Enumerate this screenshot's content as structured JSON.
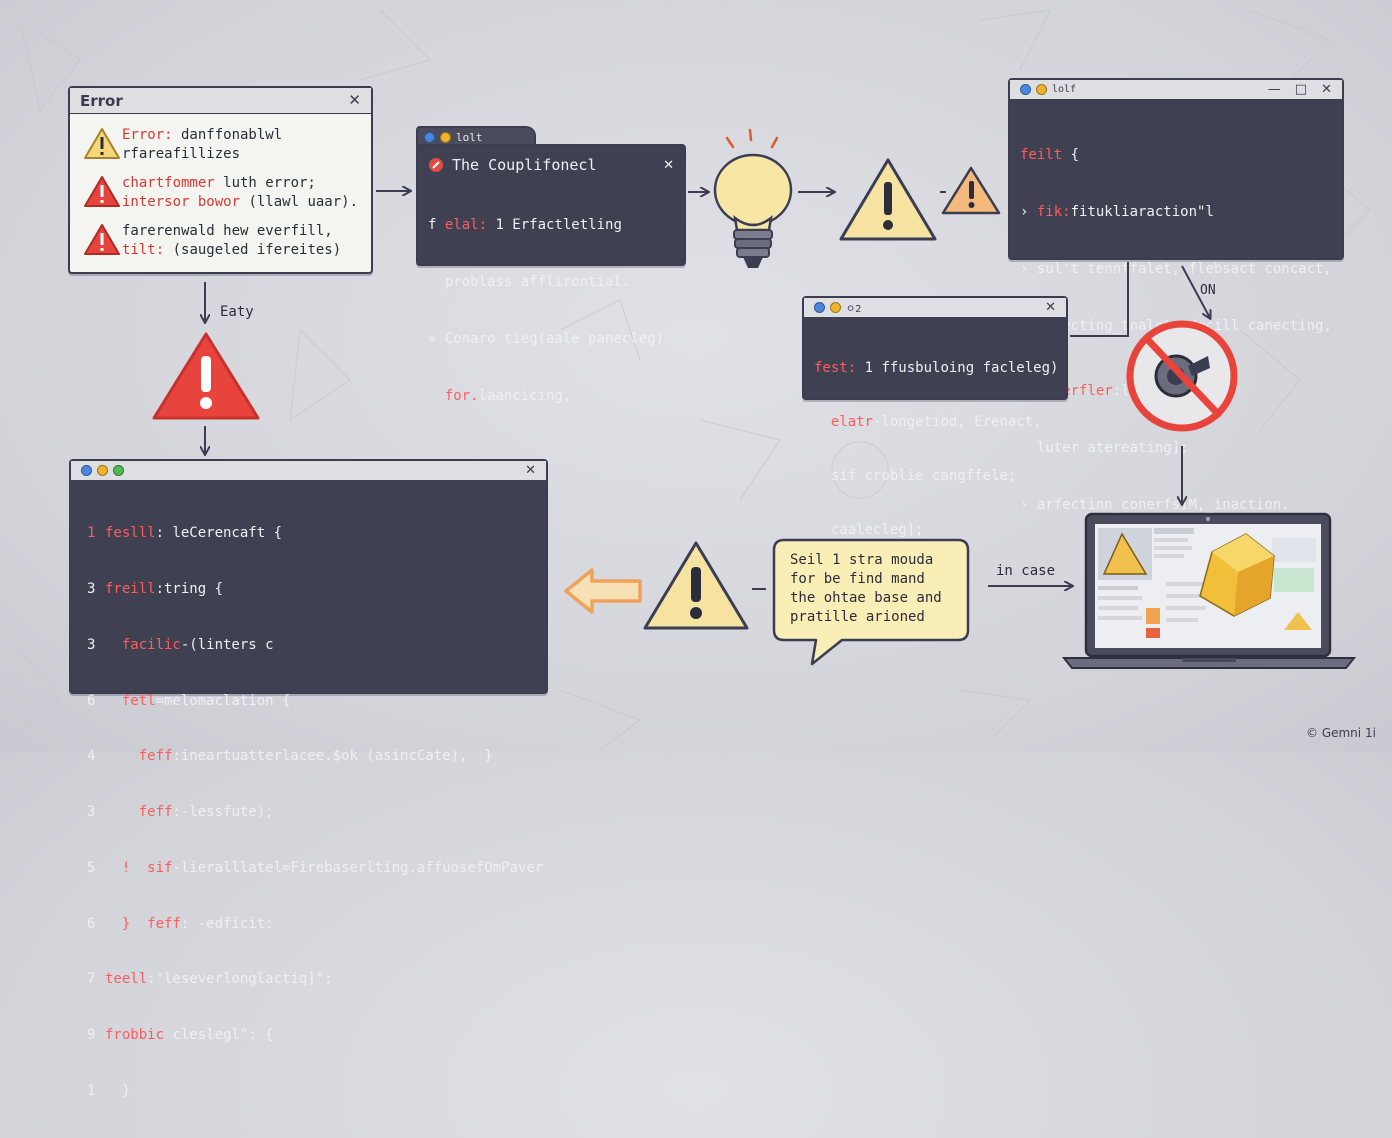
{
  "error_window": {
    "title": "Error",
    "close": "✕",
    "rows": [
      {
        "icon": "warning-yellow-icon",
        "line1_key": "Error:",
        "line1_rest": " danffonablwl",
        "line2": "rfareafillizes"
      },
      {
        "icon": "warning-red-icon",
        "line1_key": "chartfommer",
        "line1_rest": " luth error;",
        "line2_key": "intersor bowor",
        "line2_rest": " (llawl uaar)."
      },
      {
        "icon": "warning-red-icon",
        "line1_key": "",
        "line1_rest": "farerenwald hew everfill,",
        "line2_key": "tilt:",
        "line2_rest": " (saugeled ifereites)"
      }
    ]
  },
  "compile_window": {
    "tab": "lolt",
    "title": "The Couplifonecl",
    "close": "✕",
    "lines": [
      {
        "prefix": "f ",
        "key": "elal:",
        "rest": " 1 Erfactletling"
      },
      {
        "prefix": "  ",
        "key": "",
        "rest": "problass afflirontial."
      },
      {
        "prefix": "» ",
        "key": "",
        "rest": "Conaro tieg(aale panecleg)"
      },
      {
        "prefix": "  ",
        "key": "for.",
        "rest": "laancicing,"
      }
    ]
  },
  "top_right_window": {
    "title": "lolf",
    "lines": [
      {
        "prefix": "",
        "key": "feilt",
        "rest": " {"
      },
      {
        "prefix": "› ",
        "key": "fik:",
        "rest": "fitukliaraction\"l"
      },
      {
        "prefix": "› ",
        "key": "",
        "rest": "sul't tennffalet, flebsact concact,"
      },
      {
        "prefix": "  ",
        "key": "",
        "rest": "antecting_tnalct, decill canecting,"
      },
      {
        "prefix": "› ",
        "key": "I merfler",
        "rest": ":lasefiecing\";"
      },
      {
        "prefix": "  ",
        "key": "",
        "rest": "luter atereating];"
      },
      {
        "prefix": "› ",
        "key": "",
        "rest": "arfectinn_conerfsiM,_inaction."
      }
    ]
  },
  "mid_right_window": {
    "title": "ㅇ2",
    "lines": [
      {
        "key": "fest:",
        "rest": " 1 ffusbuloing facleleg)"
      },
      {
        "key": "  elatr",
        "rest": "-longetiod, Erenact,"
      },
      {
        "key": "",
        "rest": "  sif croblie cangffele;"
      },
      {
        "key": "",
        "rest": "  caalecleg];"
      }
    ]
  },
  "code_window": {
    "lines": [
      {
        "num": "1",
        "numred": true,
        "key": "feslll",
        "rest": ": leCerencaft {"
      },
      {
        "num": "3",
        "numred": false,
        "key": "freill",
        "rest": ":tring {"
      },
      {
        "num": "3",
        "numred": false,
        "key": "  facilic",
        "rest": "-(linters c"
      },
      {
        "num": "6",
        "numred": false,
        "key": "  fetl",
        "rest": "=melomaclation {"
      },
      {
        "num": "4",
        "numred": false,
        "key": "    feff",
        "rest": ":ineartuatterlacee.$ok (asincCate),  }"
      },
      {
        "num": "3",
        "numred": false,
        "key": "    feff",
        "rest": ":-lessfute);"
      },
      {
        "num": "5",
        "numred": false,
        "key": "  !  sif",
        "rest": "-lieralllatel=Firebaserlting.affuosefOmPaver"
      },
      {
        "num": "6",
        "numred": false,
        "key": "  }  feff",
        "rest": ": -edficit:"
      },
      {
        "num": "7",
        "numred": false,
        "key": "teell",
        "rest": ":\"leseverlonglactiq]\";"
      },
      {
        "num": "9",
        "numred": false,
        "key": "frobbic",
        "rest": " cleslegl\": {"
      },
      {
        "num": "1",
        "numred": false,
        "key": "",
        "rest": "  }"
      }
    ]
  },
  "speech_bubble": {
    "lines": [
      "Seil 1 stra mouda",
      "for be find mand",
      "the ohtae base and",
      "pratille arioned"
    ]
  },
  "labels": {
    "entry": "Eaty",
    "on": "ON",
    "in_case": "in case",
    "watermark": "© Gemni 1i"
  },
  "colors": {
    "dark_panel": "#3f4152",
    "code_keyword": "#ff5c5c",
    "warning_red": "#e8433d",
    "warning_yellow": "#f6e3a1",
    "warning_orange": "#f4b97c",
    "bubble_fill": "#faeeb7",
    "no_sign_red": "#e8443c"
  }
}
